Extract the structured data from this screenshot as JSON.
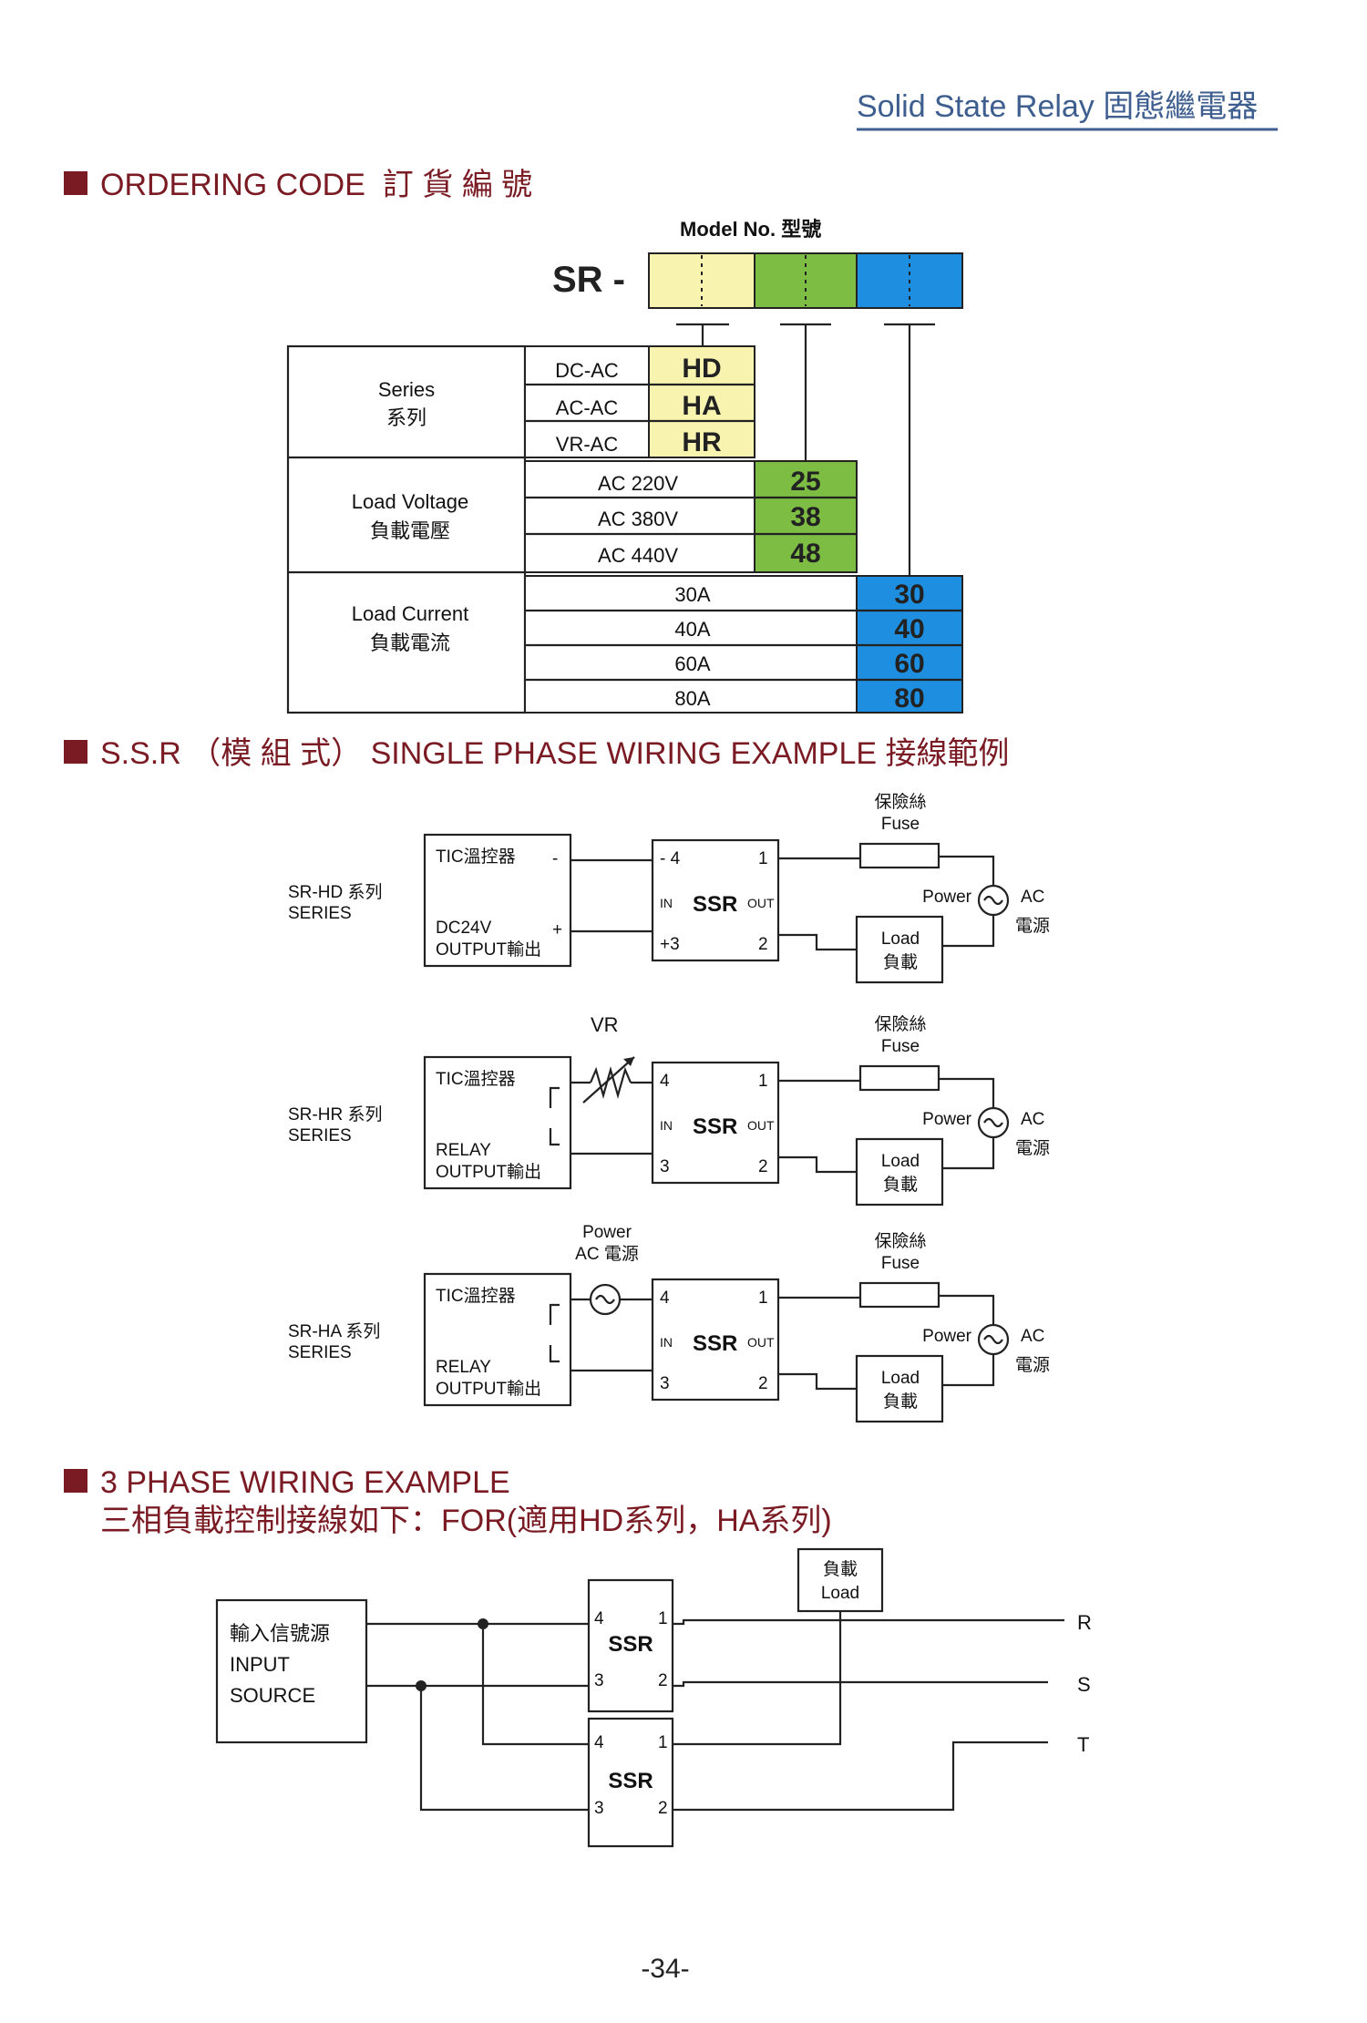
{
  "header": {
    "title": "Solid State Relay 固態繼電器"
  },
  "ordering": {
    "section_title": "ORDERING CODE  訂 貨 編 號",
    "model_label": "Model No. 型號",
    "prefix": "SR -",
    "colors": {
      "series": "#f8f4b0",
      "voltage": "#7dbd43",
      "current": "#1e8fe0"
    },
    "series": {
      "label_en": "Series",
      "label_zh": "系列",
      "rows": [
        {
          "desc": "DC-AC",
          "code": "HD"
        },
        {
          "desc": "AC-AC",
          "code": "HA"
        },
        {
          "desc": "VR-AC",
          "code": "HR"
        }
      ]
    },
    "voltage": {
      "label_en": "Load Voltage",
      "label_zh": "負載電壓",
      "rows": [
        {
          "desc": "AC 220V",
          "code": "25"
        },
        {
          "desc": "AC 380V",
          "code": "38"
        },
        {
          "desc": "AC 440V",
          "code": "48"
        }
      ]
    },
    "current": {
      "label_en": "Load Current",
      "label_zh": "負載電流",
      "rows": [
        {
          "desc": "30A",
          "code": "30"
        },
        {
          "desc": "40A",
          "code": "40"
        },
        {
          "desc": "60A",
          "code": "60"
        },
        {
          "desc": "80A",
          "code": "80"
        }
      ]
    }
  },
  "single_phase": {
    "section_title": "S.S.R （模 組 式） SINGLE PHASE WIRING EXAMPLE 接線範例",
    "fuse_zh": "保險絲",
    "fuse_en": "Fuse",
    "power": "Power",
    "ac": "AC",
    "ac_zh": "電源",
    "load_en": "Load",
    "load_zh": "負載",
    "ssr": "SSR",
    "in": "IN",
    "out": "OUT",
    "controller": "TIC溫控器",
    "hd": {
      "series": "SR-HD 系列",
      "series_en": "SERIES",
      "out1": "DC24V",
      "out2": "OUTPUT輸出",
      "minus": "-",
      "plus": "+",
      "t_top": "- 4",
      "t_bot": "+3",
      "t_r1": "1",
      "t_r2": "2"
    },
    "hr": {
      "series": "SR-HR 系列",
      "series_en": "SERIES",
      "out1": "RELAY",
      "out2": "OUTPUT輸出",
      "vr": "VR",
      "t_top": "4",
      "t_bot": "3",
      "t_r1": "1",
      "t_r2": "2"
    },
    "ha": {
      "series": "SR-HA 系列",
      "series_en": "SERIES",
      "out1": "RELAY",
      "out2": "OUTPUT輸出",
      "src1": "Power",
      "src2": "AC 電源",
      "t_top": "4",
      "t_bot": "3",
      "t_r1": "1",
      "t_r2": "2"
    }
  },
  "three_phase": {
    "title1": "3 PHASE WIRING EXAMPLE",
    "title2": "三相負載控制接線如下：FOR(適用HD系列，HA系列)",
    "input1": "輸入信號源",
    "input2": "INPUT",
    "input3": "SOURCE",
    "ssr": "SSR",
    "load_zh": "負載",
    "load_en": "Load",
    "phases": [
      "R",
      "S",
      "T"
    ],
    "t4": "4",
    "t3": "3",
    "t1": "1",
    "t2": "2"
  },
  "footer": {
    "page": "-34-"
  }
}
